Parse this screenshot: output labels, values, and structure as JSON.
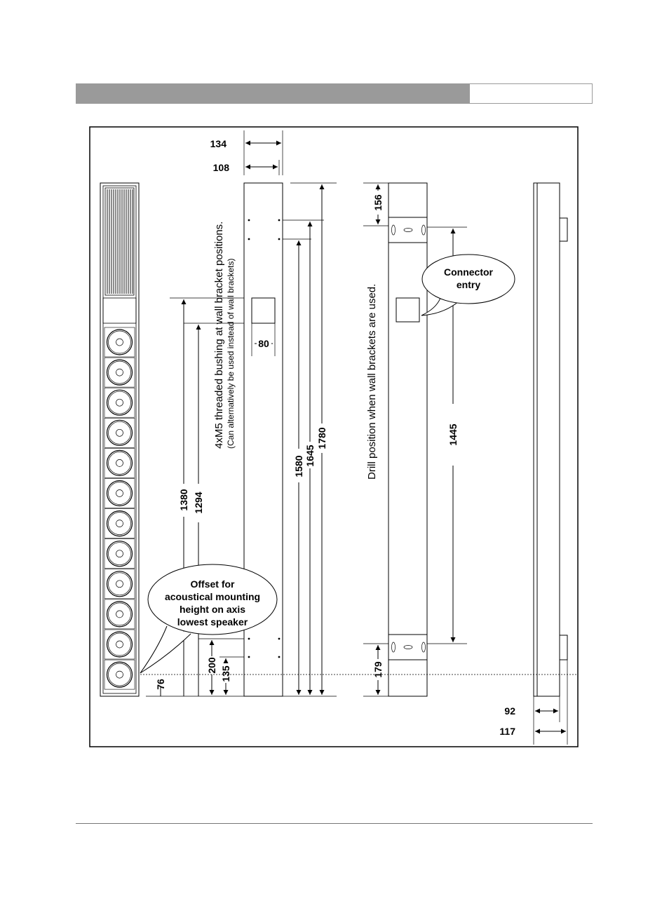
{
  "dimensions": {
    "width_134": "134",
    "width_108": "108",
    "offset_76": "76",
    "height_1380": "1380",
    "height_1294": "1294",
    "offset_200": "200",
    "offset_135": "135",
    "width_80": "80",
    "height_1580": "1580",
    "height_1645": "1645",
    "height_1780": "1780",
    "top_156": "156",
    "bottom_179": "179",
    "spacing_1445": "1445",
    "depth_92": "92",
    "depth_117": "117"
  },
  "notes": {
    "bushing_line1": "4xM5 threaded bushing at wall bracket positions.",
    "bushing_line2": "(Can alternatively be used instead of wall brackets)",
    "drill": "Drill position when wall brackets are used."
  },
  "callouts": {
    "offset": [
      "Offset for",
      "acoustical mounting",
      "height on axis",
      "lowest speaker"
    ],
    "connector": [
      "Connector",
      "entry"
    ]
  }
}
